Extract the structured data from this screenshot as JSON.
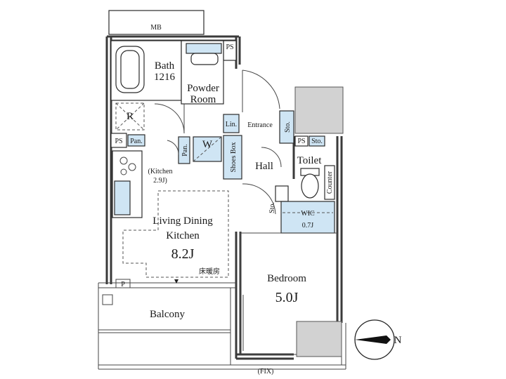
{
  "labels": {
    "mb": "MB",
    "ps_top": "PS",
    "bath": "Bath",
    "bath_size": "1216",
    "powder": "Powder",
    "room": "Room",
    "r": "R",
    "ps_left": "PS",
    "pan_left": "Pan.",
    "pan_mid": "Pan.",
    "w": "W",
    "lin": "Lin.",
    "entrance": "Entrance",
    "sto_entrance": "Sto.",
    "ps_right": "PS",
    "sto_toilet": "Sto.",
    "toilet": "Toilet",
    "shoes_box": "Shoes Box",
    "hall": "Hall",
    "kitchen": "(Kitchen",
    "kitchen_size": "2.9J)",
    "counter": "Counter",
    "sto_hall": "Sto.",
    "wic": "WIC",
    "wic_size": "0.7J",
    "ldk_line1": "Living Dining",
    "ldk_line2": "Kitchen",
    "ldk_size": "8.2J",
    "floor_heat": "床暖房",
    "p": "P",
    "bedroom": "Bedroom",
    "bedroom_size": "5.0J",
    "balcony": "Balcony",
    "fix": "(FIX)",
    "north": "N"
  }
}
